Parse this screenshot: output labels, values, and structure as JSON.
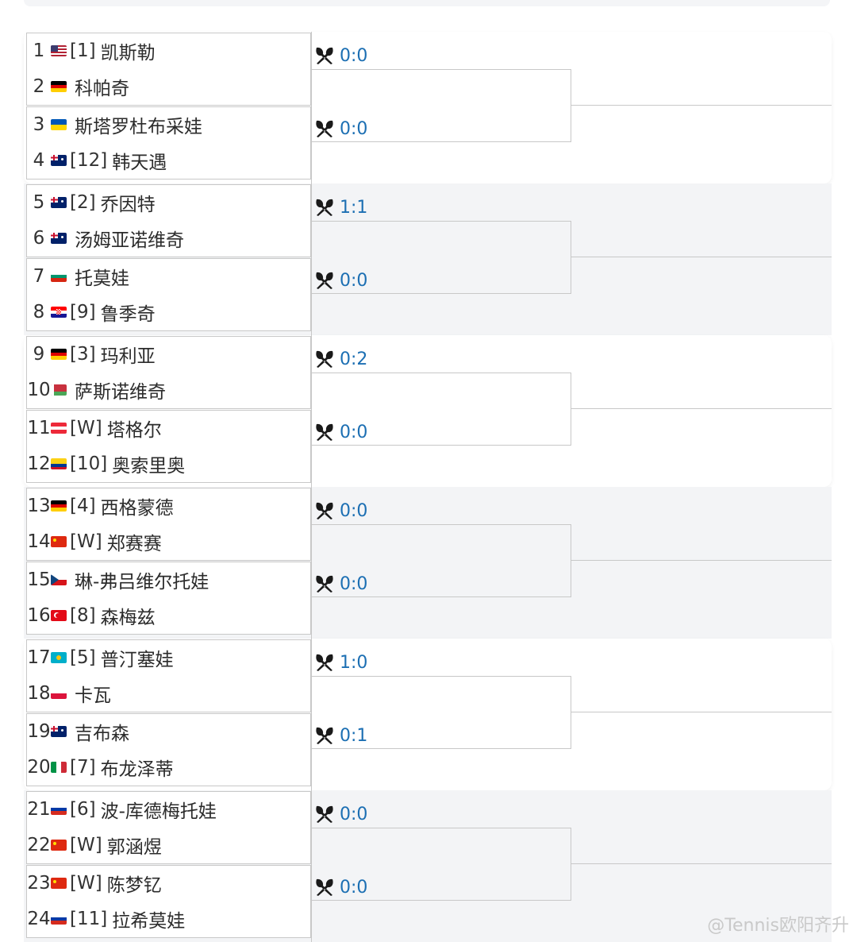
{
  "draw": {
    "blocks": [
      {
        "matches": [
          {
            "score": "0:0",
            "players": [
              {
                "no": "1",
                "seed": "[1]",
                "name": "凯斯勒",
                "flag": "us"
              },
              {
                "no": "2",
                "seed": "",
                "name": "科帕奇",
                "flag": "de"
              }
            ]
          },
          {
            "score": "0:0",
            "players": [
              {
                "no": "3",
                "seed": "",
                "name": "斯塔罗杜布采娃",
                "flag": "ua"
              },
              {
                "no": "4",
                "seed": "[12]",
                "name": "韩天遇",
                "flag": "au"
              }
            ]
          }
        ]
      },
      {
        "matches": [
          {
            "score": "1:1",
            "players": [
              {
                "no": "5",
                "seed": "[2]",
                "name": "乔因特",
                "flag": "au"
              },
              {
                "no": "6",
                "seed": "",
                "name": "汤姆亚诺维奇",
                "flag": "au"
              }
            ]
          },
          {
            "score": "0:0",
            "players": [
              {
                "no": "7",
                "seed": "",
                "name": "托莫娃",
                "flag": "bg"
              },
              {
                "no": "8",
                "seed": "[9]",
                "name": "鲁季奇",
                "flag": "hr"
              }
            ]
          }
        ]
      },
      {
        "matches": [
          {
            "score": "0:2",
            "players": [
              {
                "no": "9",
                "seed": "[3]",
                "name": "玛利亚",
                "flag": "de"
              },
              {
                "no": "10",
                "seed": "",
                "name": "萨斯诺维奇",
                "flag": "by"
              }
            ]
          },
          {
            "score": "0:0",
            "players": [
              {
                "no": "11",
                "seed": "[W]",
                "name": "塔格尔",
                "flag": "at"
              },
              {
                "no": "12",
                "seed": "[10]",
                "name": "奥索里奥",
                "flag": "co"
              }
            ]
          }
        ]
      },
      {
        "matches": [
          {
            "score": "0:0",
            "players": [
              {
                "no": "13",
                "seed": "[4]",
                "name": "西格蒙德",
                "flag": "de"
              },
              {
                "no": "14",
                "seed": "[W]",
                "name": "郑赛赛",
                "flag": "cn"
              }
            ]
          },
          {
            "score": "0:0",
            "players": [
              {
                "no": "15",
                "seed": "",
                "name": "琳-弗吕维尔托娃",
                "flag": "cz"
              },
              {
                "no": "16",
                "seed": "[8]",
                "name": "森梅兹",
                "flag": "tr"
              }
            ]
          }
        ]
      },
      {
        "matches": [
          {
            "score": "1:0",
            "players": [
              {
                "no": "17",
                "seed": "[5]",
                "name": "普汀塞娃",
                "flag": "kz"
              },
              {
                "no": "18",
                "seed": "",
                "name": "卡瓦",
                "flag": "pl"
              }
            ]
          },
          {
            "score": "0:1",
            "players": [
              {
                "no": "19",
                "seed": "",
                "name": "吉布森",
                "flag": "au"
              },
              {
                "no": "20",
                "seed": "[7]",
                "name": "布龙泽蒂",
                "flag": "it"
              }
            ]
          }
        ]
      },
      {
        "matches": [
          {
            "score": "0:0",
            "players": [
              {
                "no": "21",
                "seed": "[6]",
                "name": "波-库德梅托娃",
                "flag": "ru"
              },
              {
                "no": "22",
                "seed": "[W]",
                "name": "郭涵煜",
                "flag": "cn"
              }
            ]
          },
          {
            "score": "0:0",
            "players": [
              {
                "no": "23",
                "seed": "[W]",
                "name": "陈梦钇",
                "flag": "cn"
              },
              {
                "no": "24",
                "seed": "[11]",
                "name": "拉希莫娃",
                "flag": "ru"
              }
            ]
          }
        ]
      }
    ],
    "score_icon": "crossed-rackets-icon",
    "colors": {
      "score": "#1c6fb3",
      "line": "#c8c8c8",
      "gray_block": "#f3f4f6"
    }
  },
  "watermark": "@Tennis欧阳齐升"
}
